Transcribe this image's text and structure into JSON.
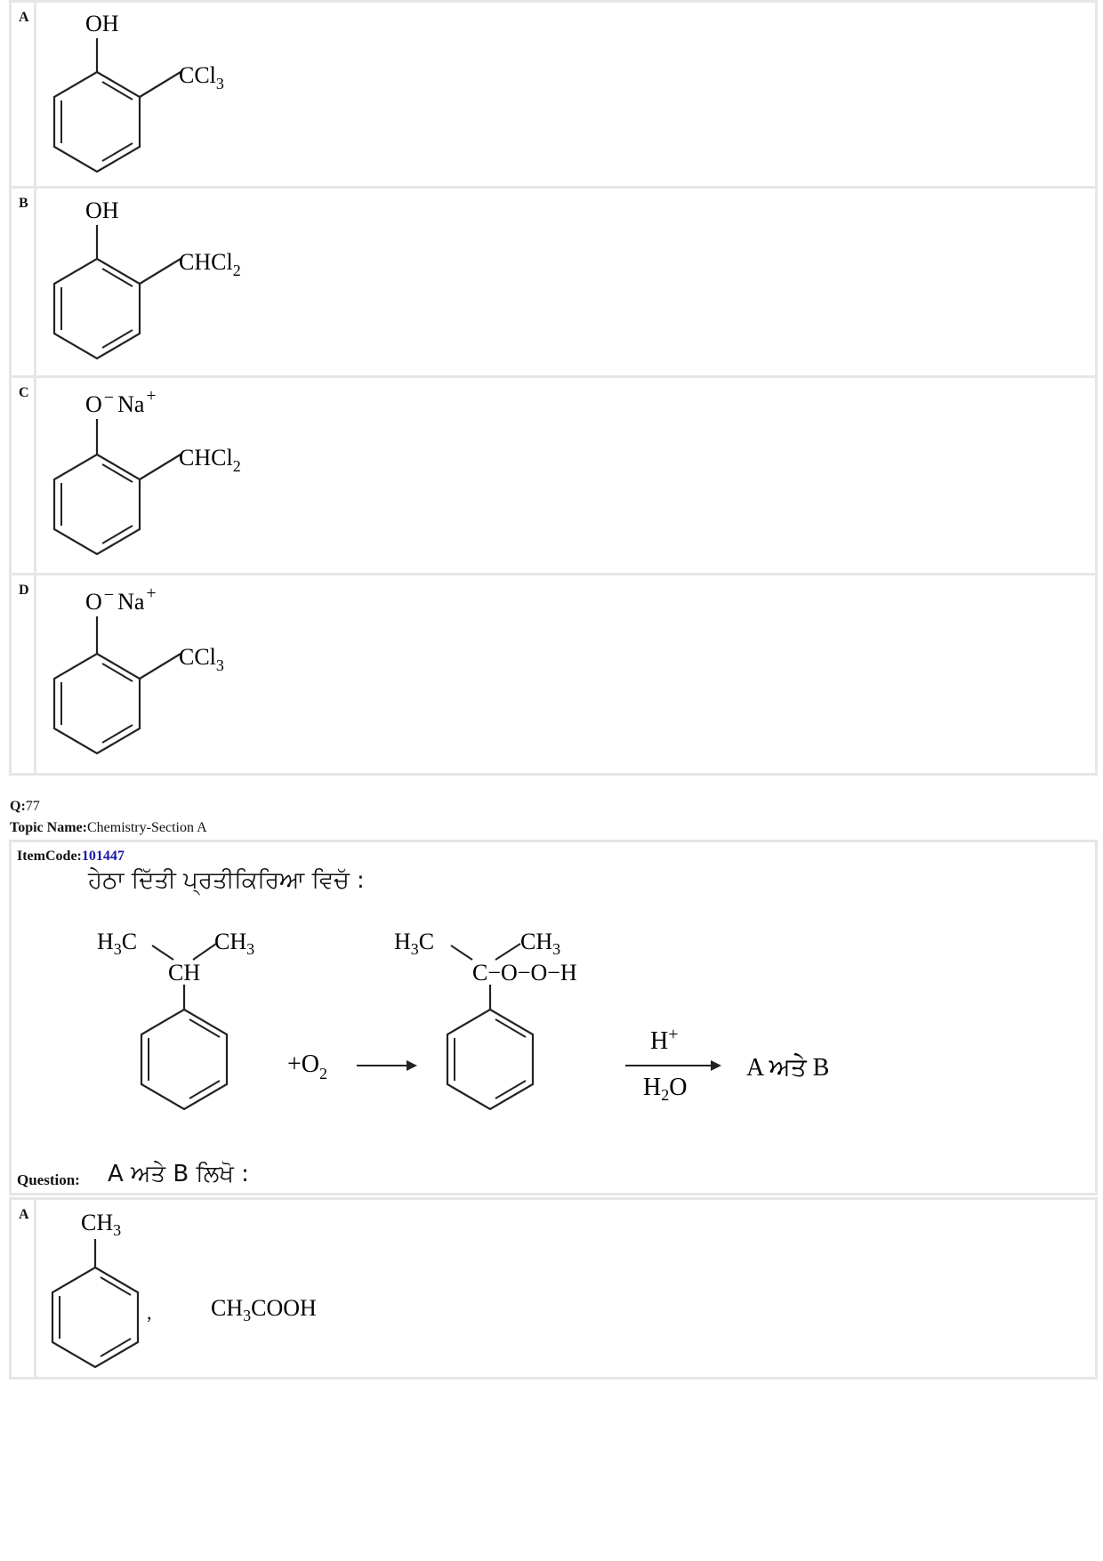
{
  "options_prev": [
    {
      "label": "A",
      "top_sub": "OH",
      "side": "CCl",
      "side_sub": "3"
    },
    {
      "label": "B",
      "top_sub": "OH",
      "side": "CHCl",
      "side_sub": "2"
    },
    {
      "label": "C",
      "top_o": "O",
      "top_minus": "−",
      "top_na": "Na",
      "top_plus": "+",
      "side": "CHCl",
      "side_sub": "2"
    },
    {
      "label": "D",
      "top_o": "O",
      "top_minus": "−",
      "top_na": "Na",
      "top_plus": "+",
      "side": "CCl",
      "side_sub": "3"
    }
  ],
  "question": {
    "q_label": "Q:",
    "q_number": "77",
    "topic_label": "Topic Name:",
    "topic_value": "Chemistry-Section A",
    "itemcode_label": "ItemCode:",
    "itemcode_value": "101447",
    "intro_pa": "ਹੇਠਾ ਦਿੱਤੀ ਪ੍ਰਤੀਕਿਰਿਆ ਵਿਚੱ :",
    "reaction": {
      "r1_left": "H",
      "r1_left_sub": "3",
      "r1_left_c": "C",
      "r1_right": "CH",
      "r1_right_sub": "3",
      "r1_center": "CH",
      "plus_o2": "+O",
      "o2_sub": "2",
      "p_left": "H",
      "p_left_sub": "3",
      "p_left_c": "C",
      "p_right": "CH",
      "p_right_sub": "3",
      "p_chain": "C−O−O−H",
      "cond_top": "H",
      "cond_top_sup": "+",
      "cond_bottom": "H",
      "cond_bottom_sub": "2",
      "cond_bottom_o": "O",
      "result": "A ਅਤੇ B"
    },
    "question_label": "Question:",
    "question_text": "A ਅਤੇ B ਲਿਖੋ :",
    "option_a": {
      "label": "A",
      "top": "CH",
      "top_sub": "3",
      "comma": ",",
      "acid": "CH",
      "acid_sub": "3",
      "acid_rest": "COOH"
    }
  }
}
